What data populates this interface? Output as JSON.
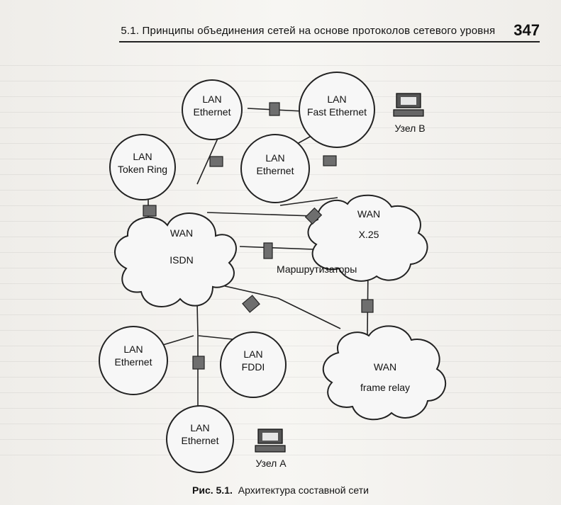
{
  "header": {
    "title": "5.1. Принципы объединения сетей на основе протоколов сетевого уровня",
    "page_number": "347"
  },
  "diagram": {
    "networks": {
      "lan_ethernet_top": {
        "line1": "LAN",
        "line2": "Ethernet"
      },
      "lan_fast_ethernet": {
        "line1": "LAN",
        "line2": "Fast Ethernet"
      },
      "lan_token_ring": {
        "line1": "LAN",
        "line2": "Token Ring"
      },
      "lan_ethernet_middle": {
        "line1": "LAN",
        "line2": "Ethernet"
      },
      "wan_isdn": {
        "line1": "WAN",
        "line2": "ISDN"
      },
      "wan_x25": {
        "line1": "WAN",
        "line2": "X.25"
      },
      "lan_ethernet_left": {
        "line1": "LAN",
        "line2": "Ethernet"
      },
      "lan_fddi": {
        "line1": "LAN",
        "line2": "FDDI"
      },
      "wan_frame_relay": {
        "line1": "WAN",
        "line2": "frame relay"
      },
      "lan_ethernet_bottom": {
        "line1": "LAN",
        "line2": "Ethernet"
      }
    },
    "hosts": {
      "node_b": "Узел В",
      "node_a": "Узел А"
    },
    "routers_label": "Маршрутизаторы"
  },
  "caption": {
    "prefix": "Рис. 5.1.",
    "text": "Архитектура составной сети"
  }
}
